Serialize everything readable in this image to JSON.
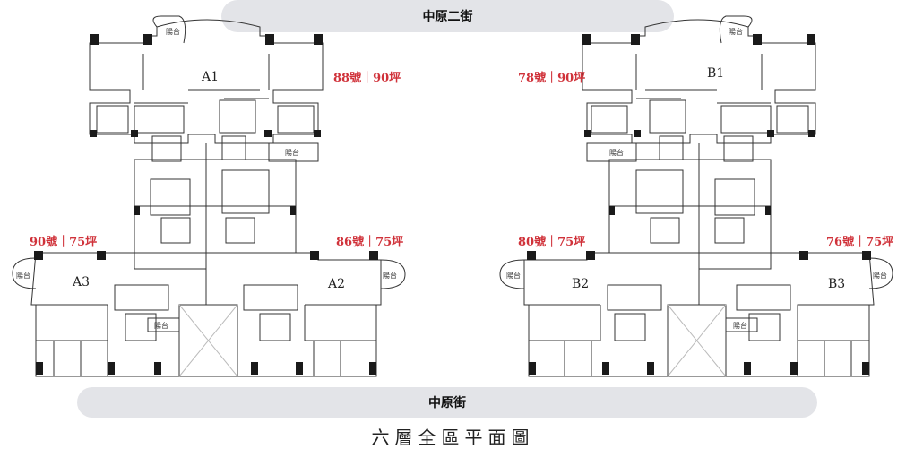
{
  "roads": {
    "top": "中原二街",
    "bottom": "中原街"
  },
  "caption": "六層全區平面圖",
  "balcony": "陽台",
  "units": {
    "A1": {
      "name": "A1",
      "info": "88號｜90坪"
    },
    "A2": {
      "name": "A2",
      "info": "86號｜75坪"
    },
    "A3": {
      "name": "A3",
      "info": "90號｜75坪"
    },
    "B1": {
      "name": "B1",
      "info": "78號｜90坪"
    },
    "B2": {
      "name": "B2",
      "info": "80號｜75坪"
    },
    "B3": {
      "name": "B3",
      "info": "76號｜75坪"
    }
  },
  "colors": {
    "label_red": "#d0323a",
    "road_gray": "#e3e4e8",
    "wall": "#222222"
  }
}
